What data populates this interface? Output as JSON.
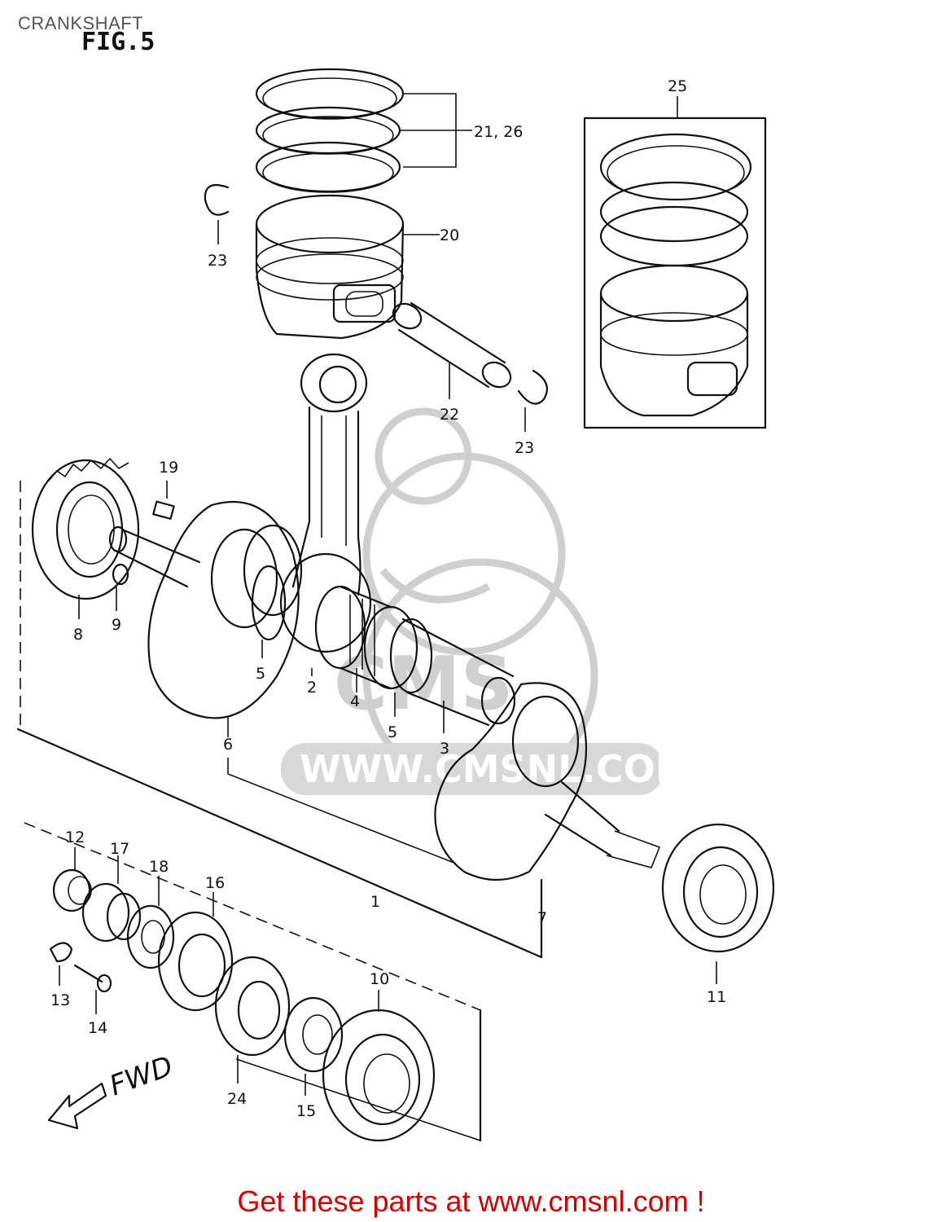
{
  "header": {
    "caption": "CRANKSHAFT",
    "figure": "FIG.5"
  },
  "diagram": {
    "callouts": [
      {
        "id": "c21",
        "text": "21, 26"
      },
      {
        "id": "c25",
        "text": "25"
      },
      {
        "id": "c20",
        "text": "20"
      },
      {
        "id": "c23a",
        "text": "23"
      },
      {
        "id": "c22",
        "text": "22"
      },
      {
        "id": "c23b",
        "text": "23"
      },
      {
        "id": "c19",
        "text": "19"
      },
      {
        "id": "c8",
        "text": "8"
      },
      {
        "id": "c9",
        "text": "9"
      },
      {
        "id": "c5a",
        "text": "5"
      },
      {
        "id": "c2",
        "text": "2"
      },
      {
        "id": "c4",
        "text": "4"
      },
      {
        "id": "c5b",
        "text": "5"
      },
      {
        "id": "c3",
        "text": "3"
      },
      {
        "id": "c6",
        "text": "6"
      },
      {
        "id": "c1",
        "text": "1"
      },
      {
        "id": "c7",
        "text": "7"
      },
      {
        "id": "c11",
        "text": "11"
      },
      {
        "id": "c12",
        "text": "12"
      },
      {
        "id": "c17",
        "text": "17"
      },
      {
        "id": "c18",
        "text": "18"
      },
      {
        "id": "c16",
        "text": "16"
      },
      {
        "id": "c13",
        "text": "13"
      },
      {
        "id": "c14",
        "text": "14"
      },
      {
        "id": "c10",
        "text": "10"
      },
      {
        "id": "c24",
        "text": "24"
      },
      {
        "id": "c15",
        "text": "15"
      }
    ],
    "direction_label": "FWD"
  },
  "watermark": {
    "url": "WWW.CMSNL.COM",
    "logo_text": "CMS"
  },
  "footer": {
    "cta": "Get these parts at www.cmsnl.com !"
  },
  "colors": {
    "line": "#111111",
    "cta": "#d40000",
    "caption": "#555555",
    "watermark": "#d0d0d0"
  }
}
